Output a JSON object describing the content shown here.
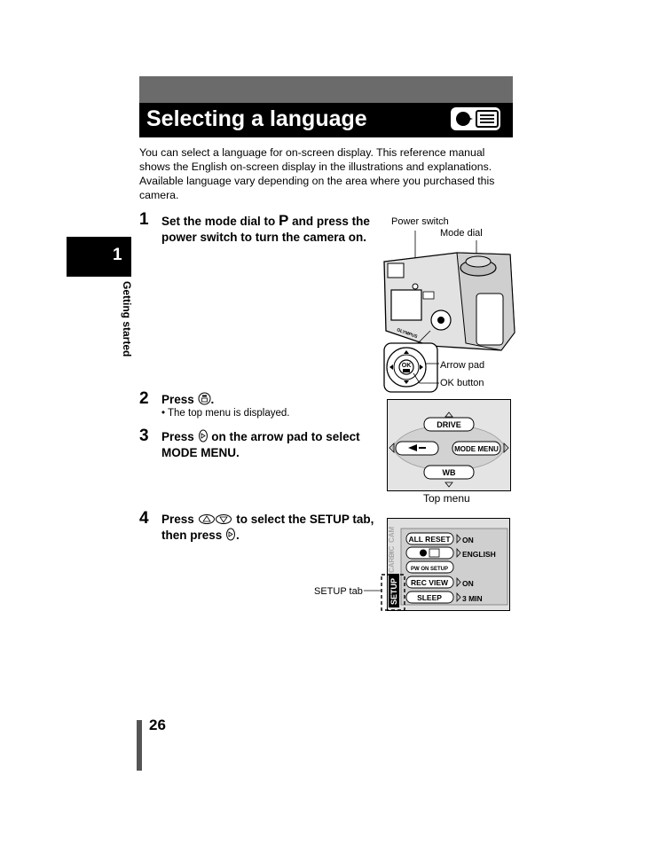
{
  "header": {
    "title": "Selecting a language",
    "icon": "language-icon"
  },
  "intro": "You can select a language for on-screen display. This reference manual shows the English on-screen display in the illustrations and explanations. Available language vary depending on the area where you purchased this camera.",
  "side": {
    "chapter": "1",
    "label": "Getting started"
  },
  "steps": [
    {
      "num": "1",
      "text_a": "Set the mode dial to ",
      "text_p": "P",
      "text_b": " and press the power switch to turn the camera on."
    },
    {
      "num": "2",
      "text_a": "Press ",
      "text_b": ".",
      "sub": "• The top menu is displayed."
    },
    {
      "num": "3",
      "text_a": "Press ",
      "text_b": " on the arrow pad to select MODE MENU."
    },
    {
      "num": "4",
      "text_a": "Press ",
      "text_b": " to select the SETUP tab, then press ",
      "text_c": "."
    }
  ],
  "camera_labels": {
    "power_switch": "Power switch",
    "mode_dial": "Mode dial",
    "arrow_pad": "Arrow pad",
    "ok_button": "OK button",
    "ok_text": "OK"
  },
  "top_menu": {
    "drive": "DRIVE",
    "mode_menu": "MODE MENU",
    "wb": "WB",
    "caption": "Top menu"
  },
  "setup_menu": {
    "tab": "SETUP",
    "side_tabs": [
      "PIC",
      "CARD",
      "CAM"
    ],
    "rows": [
      {
        "label": "ALL RESET",
        "value": "ON"
      },
      {
        "label": "",
        "value": "ENGLISH"
      },
      {
        "label": "PW ON SETUP",
        "value": ""
      },
      {
        "label": "REC VIEW",
        "value": "ON"
      },
      {
        "label": "SLEEP",
        "value": "3 MIN"
      }
    ],
    "tab_caption": "SETUP tab"
  },
  "page_number": "26"
}
